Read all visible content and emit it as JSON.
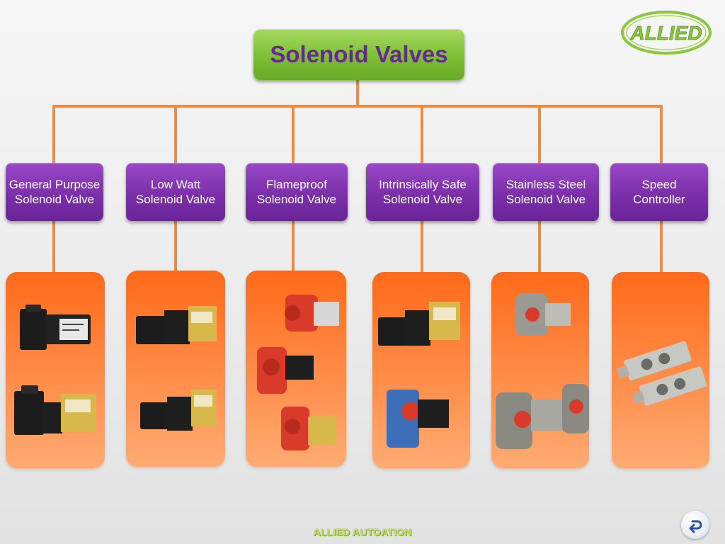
{
  "title": "Solenoid Valves",
  "logo_text": "ALLIED",
  "footer_text": "ALLIED AUTOATION",
  "colors": {
    "root_fill": "#7cbf34",
    "root_text": "#6a2596",
    "category_fill": "#7b2fa9",
    "connector": "#f08a3c",
    "card_fill": "#ff7a2e",
    "logo": "#8cc63f"
  },
  "categories": [
    {
      "label": "General Purpose\nSolenoid Valve",
      "image_icons": [
        "black-solenoid-coil-icon",
        "black-yellow-valve-icon"
      ]
    },
    {
      "label": "Low Watt\nSolenoid Valve",
      "image_icons": [
        "black-yellow-valve-icon",
        "black-yellow-valve-icon"
      ]
    },
    {
      "label": "Flameproof\nSolenoid Valve",
      "image_icons": [
        "red-flameproof-valve-icon",
        "red-flameproof-valve-icon",
        "red-flameproof-valve-icon"
      ]
    },
    {
      "label": "Intrinsically Safe\nSolenoid Valve",
      "image_icons": [
        "black-yellow-valve-icon",
        "blue-valve-icon"
      ]
    },
    {
      "label": "Stainless Steel\nSolenoid Valve",
      "image_icons": [
        "steel-valve-icon",
        "steel-valve-icon"
      ]
    },
    {
      "label": "Speed\nController",
      "image_icons": [
        "speed-controller-icon"
      ]
    }
  ],
  "back_button_icon": "back-arrow-icon"
}
